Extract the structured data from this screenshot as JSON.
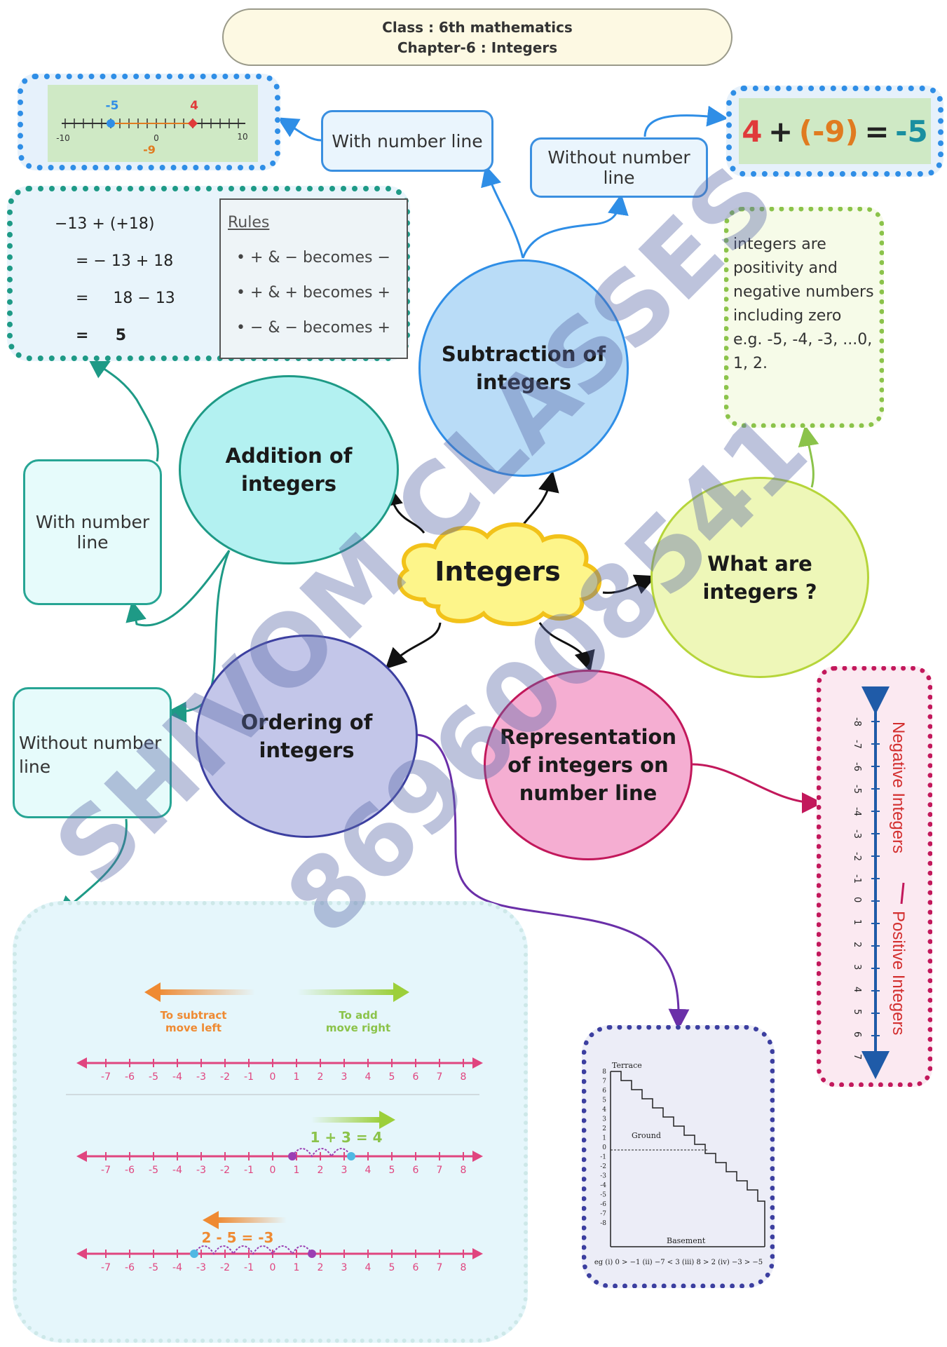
{
  "header": {
    "line1": "Class : 6th mathematics",
    "line2": "Chapter-6 : Integers"
  },
  "center": {
    "label": "Integers"
  },
  "nodes": {
    "subtraction": "Subtraction of integers",
    "addition": "Addition of integers",
    "what_are": "What are integers ?",
    "ordering": "Ordering of integers",
    "representation": "Representation of integers on number line"
  },
  "labels": {
    "sub_with_number_line": "With number line",
    "sub_without_number_line": "Without number line",
    "add_with_number_line": "With number line",
    "ord_without_number_line": "Without number line"
  },
  "definition": {
    "text": "integers are positivity and negative numbers including zero e.g. -5, -4, -3, ...0, 1, 2."
  },
  "subtraction_example": {
    "a": "4",
    "op": "+",
    "b": "(-9)",
    "eq": "=",
    "result": "-5",
    "nl_a": "-5",
    "nl_b": "4",
    "nl_c": "-9",
    "nl_min": "-10",
    "nl_zero": "0",
    "nl_max": "10"
  },
  "addition_example": {
    "steps": [
      "−13 + (+18)",
      "= − 13 + 18",
      "=     18 − 13",
      "=     5"
    ],
    "rules_title": "Rules",
    "rules": [
      "+ & − becomes −",
      "+ & + becomes +",
      "− & − becomes +"
    ]
  },
  "number_line_panel": {
    "subtract_label_1": "To subtract",
    "subtract_label_2": "move left",
    "add_label_1": "To add",
    "add_label_2": "move right",
    "ticks": [
      "-7",
      "-6",
      "-5",
      "-4",
      "-3",
      "-2",
      "-1",
      "0",
      "1",
      "2",
      "3",
      "4",
      "5",
      "6",
      "7",
      "8"
    ],
    "eq1": "1 + 3 = 4",
    "eq2": "2 - 5 = -3"
  },
  "vertical_line": {
    "ticks": [
      "-8",
      "-7",
      "-6",
      "-5",
      "-4",
      "-3",
      "-2",
      "-1",
      "0",
      "1",
      "2",
      "3",
      "4",
      "5",
      "6",
      "7"
    ],
    "negative_label": "Negative Integers",
    "positive_label": "Positive Integers"
  },
  "stairs": {
    "terrace": "Terrace",
    "ground": "Ground",
    "basement": "Basement",
    "ticks": [
      "8",
      "7",
      "6",
      "5",
      "4",
      "3",
      "2",
      "1",
      "0",
      "-1",
      "-2",
      "-3",
      "-4",
      "-5",
      "-6",
      "-7",
      "-8"
    ],
    "caption": "eg (i) 0 > −1 (ii) −7 < 3 (iii) 8 > 2 (iv) −3 > −5"
  },
  "watermark": {
    "line1": "SHIVOM CLASSES",
    "line2": "8696008541"
  },
  "colors": {
    "subtraction": "#b9dcf7",
    "addition": "#b3f1f1",
    "what_are": "#eef7b8",
    "ordering": "#c3c6e9",
    "representation": "#f5aed2",
    "center": "#fdf58a"
  }
}
